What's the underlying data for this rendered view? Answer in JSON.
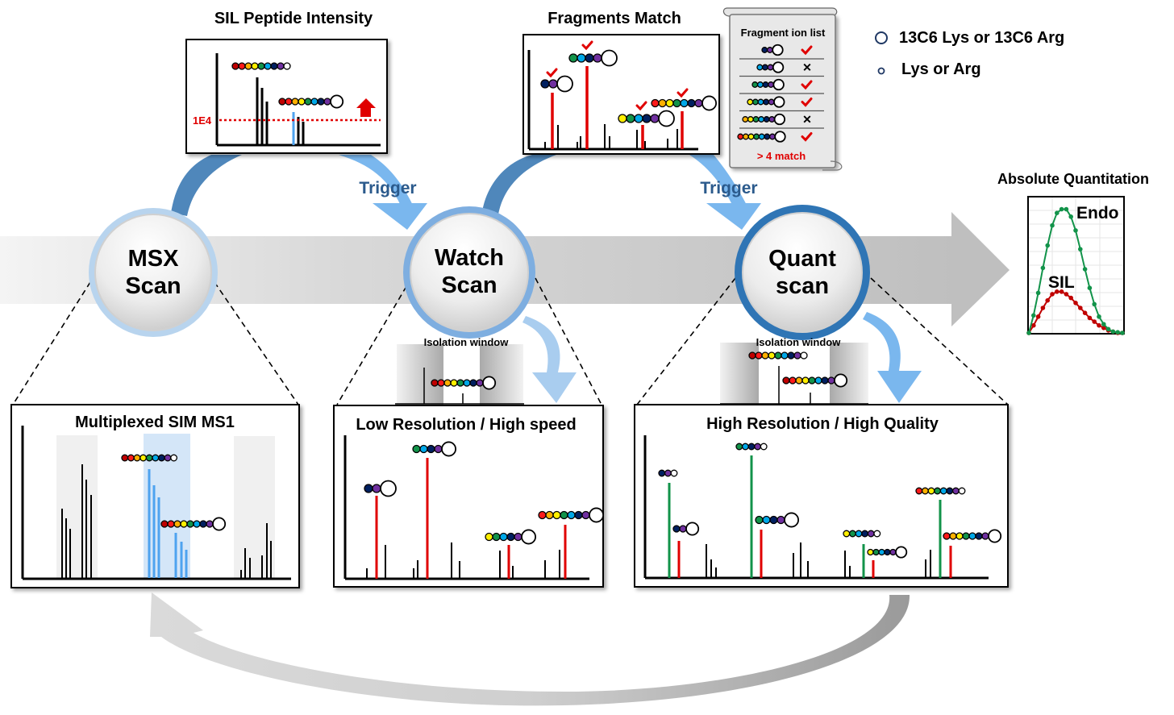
{
  "colors": {
    "sil_line": "#e00000",
    "endo_line": "#12934a",
    "msx_ring": "#b8d4ee",
    "watch_ring": "#7eaee0",
    "quant_ring": "#2f75b5",
    "arc_dark": "#4f87bb",
    "trigger_arrow": "#7ab7ee",
    "trigger_text": "#2b5a8c",
    "sim_highlight": "#d4e6f8",
    "sim_blue_peak": "#4ea3ef",
    "residue_colors": [
      "#c00000",
      "#ff1a1a",
      "#ffb000",
      "#ffef00",
      "#12934a",
      "#00a8e8",
      "#002060",
      "#7030a0"
    ]
  },
  "legend": {
    "heavy_label": "13C6 Lys or 13C6 Arg",
    "light_label": "Lys or Arg"
  },
  "sil_intensity": {
    "title": "SIL Peptide Intensity",
    "threshold_label": "1E4"
  },
  "fragments_match": {
    "title": "Fragments Match"
  },
  "fragment_list": {
    "title": "Fragment ion list",
    "items": [
      {
        "residues": [
          6,
          7
        ],
        "match": true
      },
      {
        "residues": [
          5,
          6,
          7
        ],
        "match": false
      },
      {
        "residues": [
          4,
          5,
          6,
          7
        ],
        "match": true
      },
      {
        "residues": [
          3,
          4,
          5,
          6,
          7
        ],
        "match": true
      },
      {
        "residues": [
          2,
          3,
          4,
          5,
          6,
          7
        ],
        "match": false
      },
      {
        "residues": [
          1,
          2,
          3,
          4,
          5,
          6,
          7
        ],
        "match": true
      }
    ],
    "check_glyph": "✔",
    "cross_glyph": "✕",
    "summary": "> 4 match"
  },
  "triggers": [
    "Trigger",
    "Trigger"
  ],
  "scans": {
    "msx": [
      "MSX",
      "Scan"
    ],
    "watch": [
      "Watch",
      "Scan"
    ],
    "quant": [
      "Quant",
      "scan"
    ]
  },
  "absolute_quant": {
    "title": "Absolute Quantitation",
    "endo_label": "Endo",
    "sil_label": "SIL",
    "endo_series": [
      0,
      0.14,
      0.32,
      0.52,
      0.7,
      0.86,
      0.96,
      0.99,
      0.99,
      0.93,
      0.82,
      0.67,
      0.51,
      0.36,
      0.23,
      0.13,
      0.07,
      0.03,
      0.01,
      0.005,
      0
    ],
    "sil_series": [
      0,
      0.06,
      0.13,
      0.2,
      0.26,
      0.31,
      0.33,
      0.33,
      0.31,
      0.28,
      0.24,
      0.2,
      0.16,
      0.12,
      0.09,
      0.06,
      0.04,
      0.02,
      0.01,
      0,
      0
    ]
  },
  "isolation_window": "Isolation window",
  "panels": {
    "sim": {
      "title": "Multiplexed SIM MS1"
    },
    "low_res": {
      "title": "Low Resolution / High speed"
    },
    "high_res": {
      "title": "High Resolution / High Quality"
    }
  }
}
